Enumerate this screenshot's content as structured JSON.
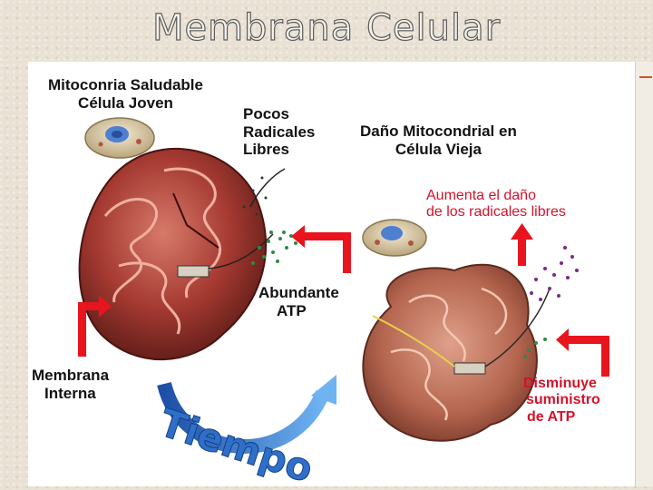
{
  "title": "Membrana Celular",
  "labels": {
    "healthy_title_line1": "Mitoconria Saludable",
    "healthy_title_line2": "Célula Joven",
    "few_radicals_line1": "Pocos",
    "few_radicals_line2": "Radicales",
    "few_radicals_line3": "Libres",
    "damage_title_line1": "Daño Mitocondrial en",
    "damage_title_line2": "Célula Vieja",
    "increase_line1": "Aumenta el daño",
    "increase_line2": "de los radicales libres",
    "abundant_line1": "Abundante",
    "abundant_line2": "ATP",
    "membrane_line1": "Membrana",
    "membrane_line2": "Interna",
    "decrease_line1": "Disminuye",
    "decrease_line2": "suministro",
    "decrease_line3": "de ATP",
    "time_word": "Tiempo"
  },
  "colors": {
    "accent_red": "#e8141e",
    "label_red": "#d4122a",
    "time_arrow_blue": "#3b7fd6",
    "mitochondria": "#a53a32"
  }
}
